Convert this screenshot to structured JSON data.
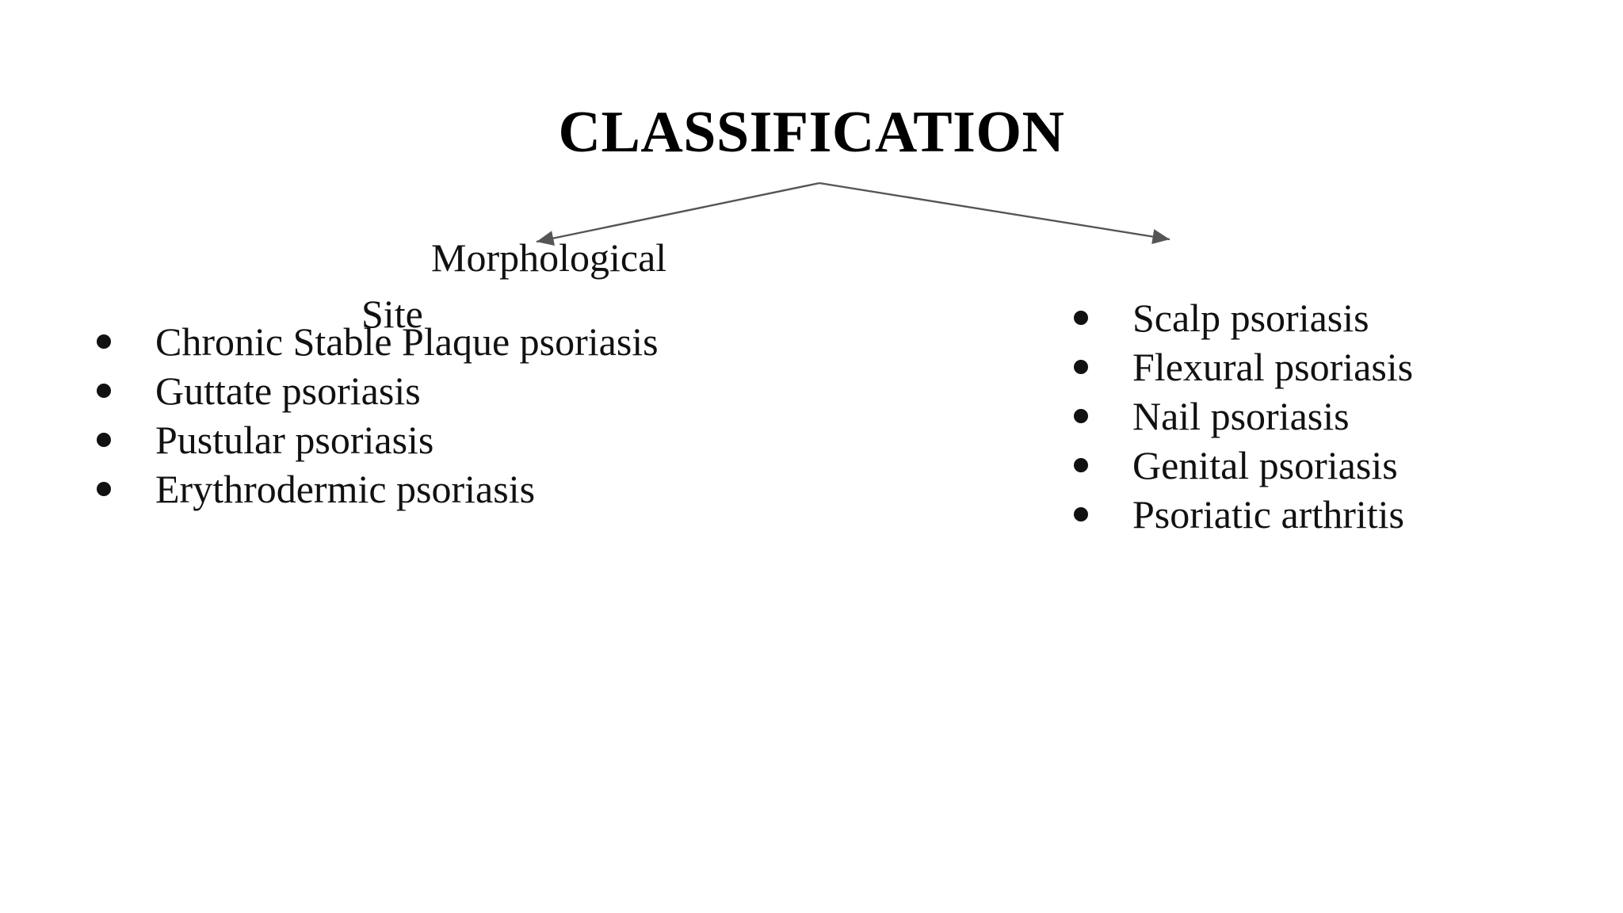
{
  "title": "CLASSIFICATION",
  "branches": {
    "morphological": {
      "label": "Morphological",
      "items": [
        "Chronic Stable Plaque psoriasis",
        "Guttate psoriasis",
        "Pustular psoriasis",
        "Erythrodermic psoriasis"
      ]
    },
    "site": {
      "label": "Site",
      "items": [
        "Scalp psoriasis",
        "Flexural psoriasis",
        "Nail psoriasis",
        "Genital psoriasis",
        "Psoriatic arthritis"
      ]
    }
  },
  "colors": {
    "text": "#111111",
    "arrow": "#555555",
    "background": "#ffffff"
  }
}
